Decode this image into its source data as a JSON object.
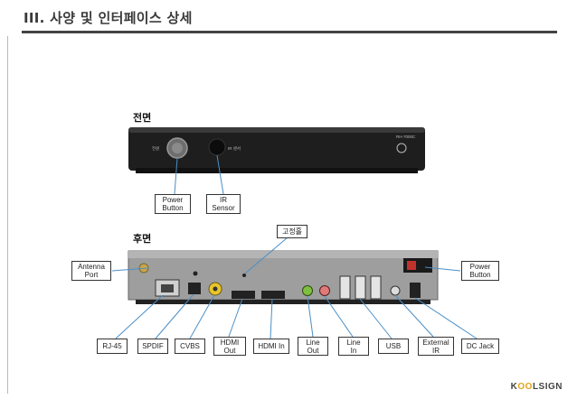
{
  "header": {
    "title": "III. 사양 및 인터페이스 상세"
  },
  "front": {
    "section_label": "전면",
    "labels": {
      "power_button": "Power\nButton",
      "ir_sensor": "IR\nSensor"
    },
    "device_texts": {
      "power_text": "전원",
      "ir_text": "IR 센서",
      "model": "RH-7000C"
    }
  },
  "rear": {
    "section_label": "후면",
    "fixing_hole_label": "고정홀",
    "labels": {
      "antenna_port": "Antenna\nPort",
      "power_button": "Power\nButton",
      "rj45": "RJ-45",
      "spdif": "SPDIF",
      "cvbs": "CVBS",
      "hdmi_out": "HDMI\nOut",
      "hdmi_in": "HDMI In",
      "line_out": "Line\nOut",
      "line_in": "Line\nIn",
      "usb": "USB",
      "external_ir": "External\nIR",
      "dc_jack": "DC Jack"
    }
  },
  "brand": {
    "prefix": "K",
    "oo": "OO",
    "suffix": "LSIGN"
  },
  "colors": {
    "title": "#3a3a3a",
    "device_body": "#1e1e1e",
    "rear_panel": "#9a9a9a",
    "callout_line": "#4a8fc7",
    "brand_accent": "#e2a21a"
  }
}
